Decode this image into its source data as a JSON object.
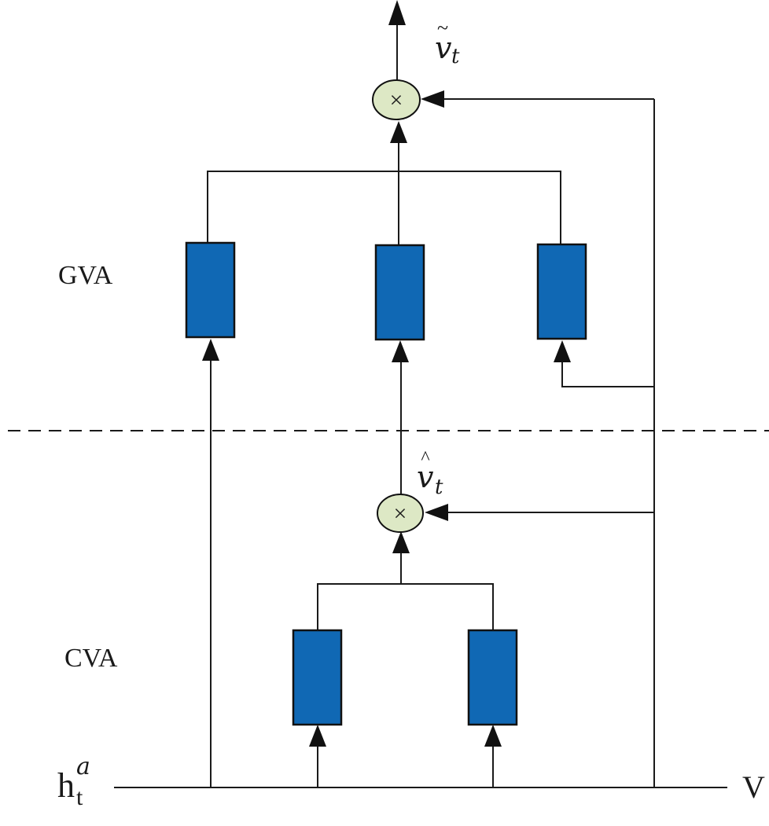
{
  "diagram": {
    "sections": {
      "gva_label": "GVA",
      "cva_label": "CVA"
    },
    "inputs": {
      "h_base": "h",
      "h_sub": "t",
      "h_sup": "a",
      "v_label": "V"
    },
    "outputs": {
      "v_tilde_base": "v",
      "v_tilde_accent": "~",
      "v_tilde_sub": "t",
      "v_hat_base": "v",
      "v_hat_accent": "^",
      "v_hat_sub": "t"
    },
    "operators": {
      "multiply_symbol": "×"
    },
    "colors": {
      "block_fill": "#1068b4",
      "node_fill": "#dde8c5",
      "line": "#1a1a1a"
    }
  }
}
